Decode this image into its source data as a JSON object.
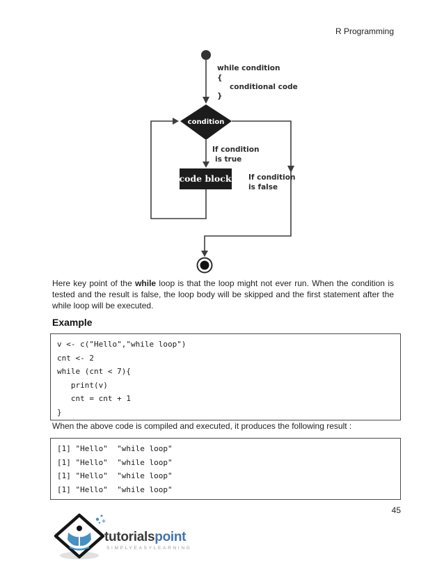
{
  "page": {
    "header": "R Programming",
    "page_number": "45"
  },
  "flowchart": {
    "pseudocode": [
      "while condition",
      "{",
      "conditional code",
      "}"
    ],
    "condition_label": "condition",
    "code_block_label": "code block",
    "true_label": [
      "If condition",
      "is true"
    ],
    "false_label": [
      "If condition",
      "is false"
    ]
  },
  "paragraph": {
    "before_bold": "Here key point of the ",
    "bold": "while",
    "after_bold": " loop is that the loop might not ever run. When the condition is tested and the result is false, the loop body will be skipped and the first statement after the while loop will be executed."
  },
  "example": {
    "heading": "Example",
    "code_lines": [
      "v <- c(\"Hello\",\"while loop\")",
      "cnt <- 2",
      "while (cnt < 7){",
      "   print(v)",
      "   cnt = cnt + 1",
      "}"
    ]
  },
  "result": {
    "intro": "When the above code is compiled and executed, it produces the following result :",
    "output_lines": [
      "[1] \"Hello\"  \"while loop\"",
      "[1] \"Hello\"  \"while loop\"",
      "[1] \"Hello\"  \"while loop\"",
      "[1] \"Hello\"  \"while loop\""
    ]
  },
  "logo": {
    "brand_primary": "tutorials",
    "brand_secondary": "point",
    "tagline": "SIMPLYEASYLEARNING"
  },
  "colors": {
    "node_fill": "#1c1c1c",
    "flow_line": "#3d3d3d",
    "brand_dark": "#3b3b3b",
    "brand_blue": "#4273b0",
    "icon_blue": "#4690c2"
  }
}
